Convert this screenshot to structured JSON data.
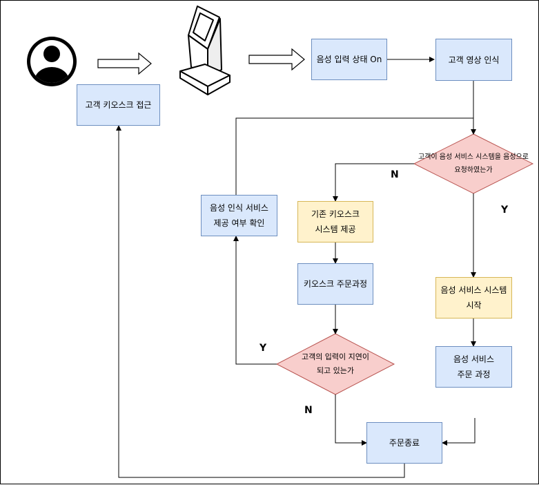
{
  "nodes": {
    "customer_approach": "고객 키오스크 접근",
    "voice_input_on": "음성 입력 상태 On",
    "face_recognition": "고객 영상 인식",
    "decision_voice_request": "고객이 음성 서비스 시스템을 음성으로 요청하였는가",
    "existing_kiosk": "기존 키오스크\n시스템 제공",
    "kiosk_order": "키오스크 주문과정",
    "decision_input_delay": "고객의 입력이 지연이\n되고 있는가",
    "check_voice_service": "음성 인식 서비스\n제공 여부 확인",
    "voice_service_start": "음성 서비스 시스템\n시작",
    "voice_order": "음성 서비스\n주문 과정",
    "order_end": "주문종료"
  },
  "edge_labels": {
    "request_no": "N",
    "request_yes": "Y",
    "delay_yes": "Y",
    "delay_no": "N"
  },
  "colors": {
    "process_fill": "#dae8fc",
    "process_stroke": "#6c8ebf",
    "system_fill": "#fff2cc",
    "system_stroke": "#d6b656",
    "decision_fill": "#f8cecc",
    "decision_stroke": "#b85450"
  },
  "icons": [
    "user-icon",
    "kiosk-icon",
    "hollow-arrow-icon"
  ]
}
